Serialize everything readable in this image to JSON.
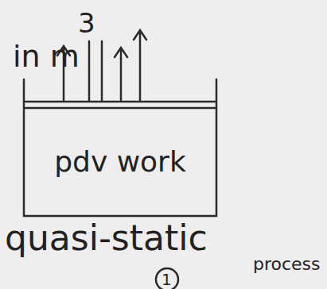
{
  "diagram": {
    "nodes": [
      {
        "text": [
          "pdv work"
        ]
      }
    ],
    "labels": [
      "in m",
      "3",
      "quasi-static",
      "process",
      "1"
    ]
  }
}
